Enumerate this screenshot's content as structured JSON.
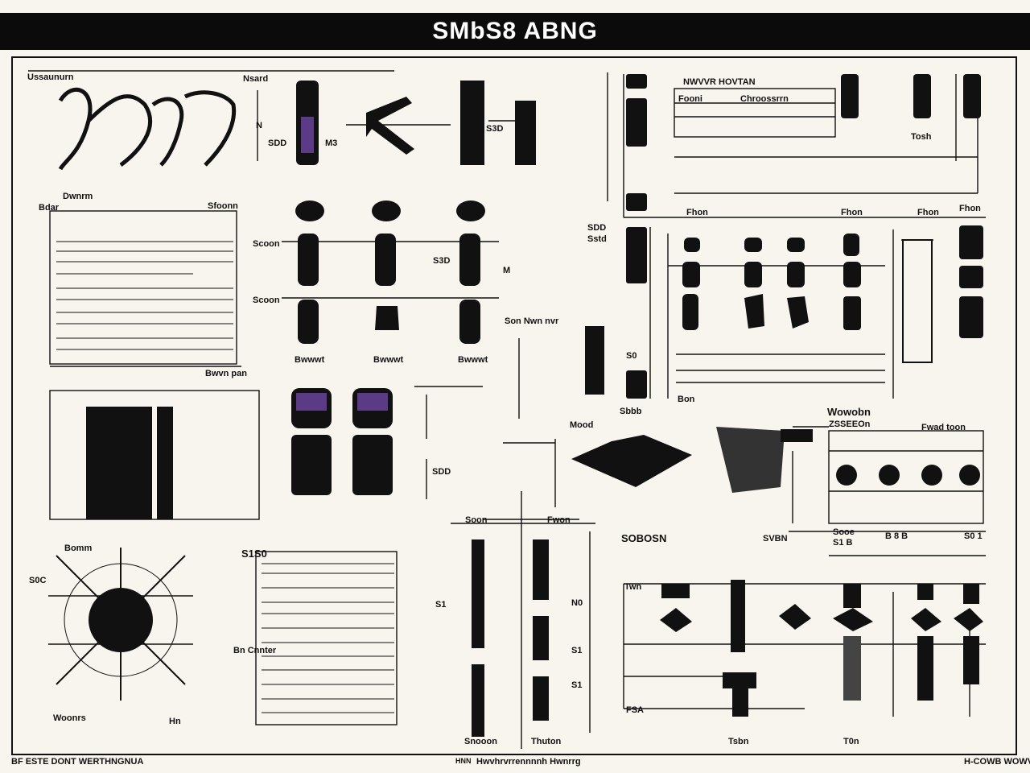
{
  "title": "SMbS8 ABNG",
  "labels": {
    "top_left": "Ussaunurn",
    "nsard": "Nsard",
    "n_measure": "N",
    "sdd_left": "SDD",
    "m3": "M3",
    "s3d": "S3D",
    "nwre_header": "NWVVR HOVTAN",
    "fooni": "Fooni",
    "chroossr": "Chroossrrn",
    "tosh": "Tosh",
    "dwnm": "Dwnrm",
    "bdar": "Bdar",
    "sfoonn": "Sfoonn",
    "scoon_a": "Scoon",
    "scoon_b": "Scoon",
    "s3d_mid": "S3D",
    "m_small": "M",
    "son_ntin": "Son Nwn nvr",
    "bwwwt_1": "Bwwwt",
    "bwwwt_2": "Bwwwt",
    "bwwwt_3": "Bwwwt",
    "bwvn_pan": "Bwvn pan",
    "sdd_mid": "SDD",
    "sstd": "Sstd",
    "fhon_1": "Fhon",
    "fhon_2": "Fhon",
    "fhon_3": "Fhon",
    "fhon_4": "Fhon",
    "s0_mid": "S0",
    "sbbb": "Sbbb",
    "bon_5": "Bon",
    "wowobn": "Wowobn",
    "zsseeon": "ZSSEEOn",
    "fwwd_toon": "Fwad toon",
    "mood": "Mood",
    "sdd_bot": "SDD",
    "s0obsn": "SOBOSN",
    "svbn": "SVBN",
    "soon": "Soon",
    "fwon": "Fwon",
    "bomm": "Bomm",
    "s1s0": "S1S0",
    "s0c": "S0C",
    "bn_cnnter": "Bn   Cnnter",
    "woonrs": "Woonrs",
    "snooon": "Snooon",
    "thuton": "Thuton",
    "s1_bot": "S1",
    "s1_bot2": "S1",
    "nd_3": "N0",
    "fsa": "FSA",
    "s1_bot3": "S1",
    "s0_1": "S0 1",
    "b_vals": "B   8   B",
    "ss_vals": "S1  B",
    "sooe": "Sooe",
    "twn": "Twn",
    "tsbn": "Tsbn",
    "tro": "T0n",
    "hn": "Hn"
  },
  "footer": {
    "left": "BF ESTE DONT WERTHNGNUA",
    "mid_mark": "HNN",
    "center": "Hwvhrvrrennnnh Hwnrrg",
    "right": "H-COWB WOWV"
  },
  "colors": {
    "ink": "#111111",
    "paper": "#f8f5ee",
    "purple": "#5b3a86"
  }
}
